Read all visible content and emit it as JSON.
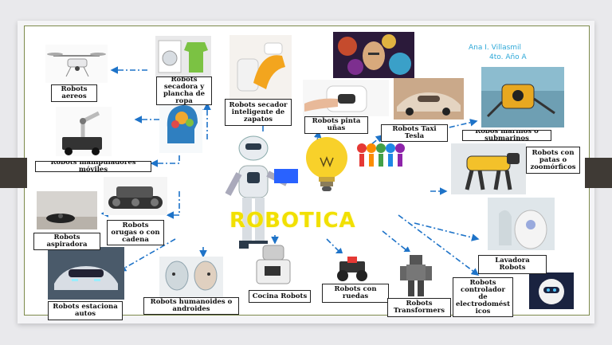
{
  "map": {
    "center_title": "ROBOTICA",
    "author": {
      "name": "Ana I. Villasmil",
      "grade": "4to. Año A"
    },
    "accent_color": "#f1e000",
    "arrow_color": "#1e73c8",
    "nodes": {
      "aereos": "Robots aereos",
      "secadora": "Robots secadora y plancha de ropa",
      "secador_zapatos": "Robots secador inteligente de zapatos",
      "pinta_unas": "Robots pinta uñas",
      "taxi": "Robots Taxi Tesla",
      "marinos": "Robos marinos o submarinos",
      "manipuladores": "Robots manipuladores móviles",
      "patas": "Robots con patas o zoomórficos",
      "orugas": "Robots orugas o con cadena",
      "aspiradora": "Robots aspiradora",
      "estaciona": "Robots estaciona autos",
      "humanoides": "Robots humanoides o androides",
      "cocina": "Cocina Robots",
      "ruedas": "Robots con ruedas",
      "transformers": "Robots Transformers",
      "electrodomesticos": "Robots controlador de electrodomést icos",
      "lavadora": "Lavadora Robots"
    },
    "pictures": {
      "drone": "drone-image",
      "dryer": "clothes-dryer-image",
      "shoe": "shoe-dryer-image",
      "face": "robot-face-image",
      "nail": "nail-painter-image",
      "car": "tesla-car-image",
      "sub": "submarine-robot-image",
      "arm": "mobile-manipulator-image",
      "brain": "brain-gears-image",
      "humanoid": "humanoid-robot-image",
      "bulb": "light-bulb-image",
      "people": "gear-people-image",
      "dog": "robot-dog-image",
      "tank": "tank-robot-image",
      "vacuum": "vacuum-robot-image",
      "washer": "washer-robot-image",
      "parking": "parking-car-image",
      "android": "android-faces-image",
      "thermo": "cooking-robot-image",
      "rover": "wheeled-robot-image",
      "transf": "transformer-image",
      "home": "home-robot-image"
    }
  }
}
